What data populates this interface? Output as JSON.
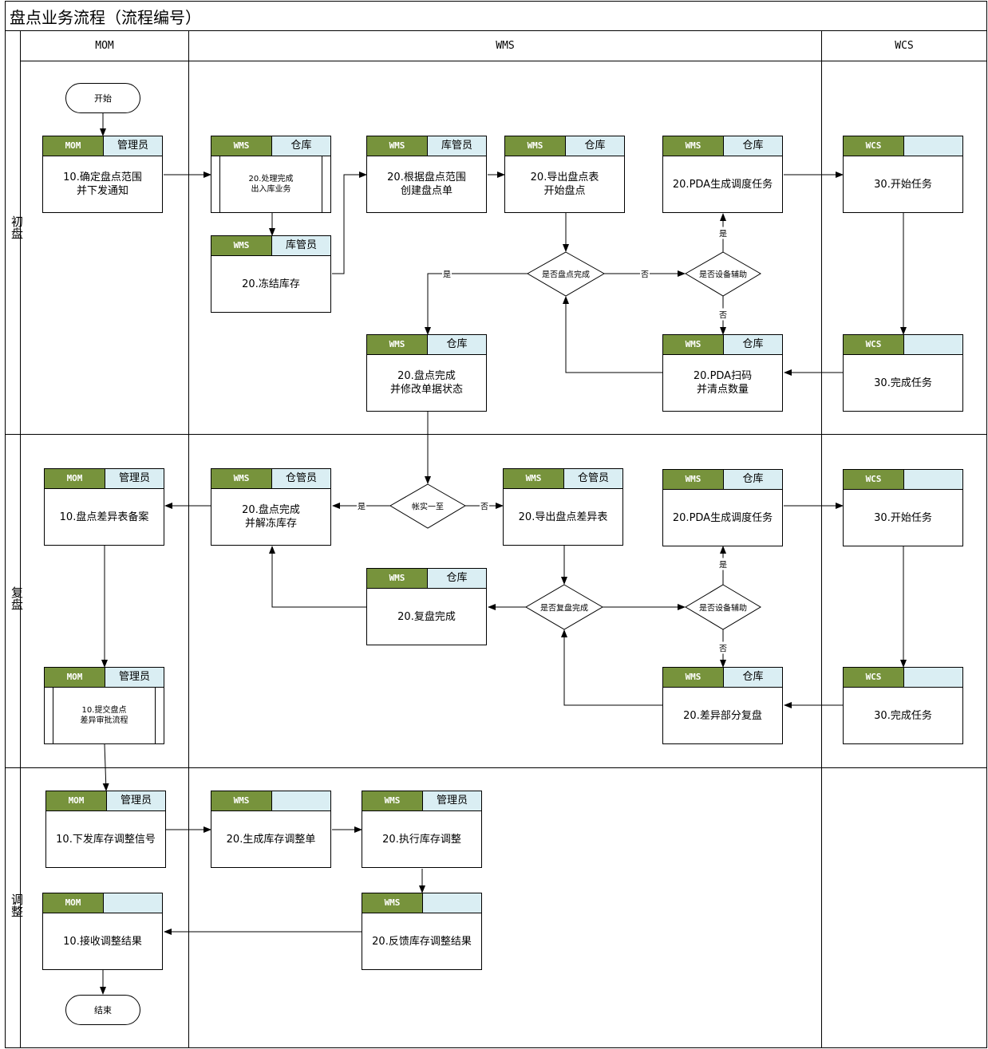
{
  "title": "盘点业务流程（流程编号）",
  "lanes": [
    "MOM",
    "WMS",
    "WCS"
  ],
  "phases": [
    "初盘",
    "复盘",
    "调整"
  ],
  "terminals": {
    "start": "开始",
    "end": "结束"
  },
  "cards": {
    "c1": {
      "tag": "MOM",
      "role": "管理员",
      "text": "10.确定盘点范围\n并下发通知"
    },
    "c2": {
      "tag": "WMS",
      "role": "仓库",
      "text": "20.处理完成\n出入库业务"
    },
    "c3": {
      "tag": "WMS",
      "role": "库管员",
      "text": "20.冻结库存"
    },
    "c4": {
      "tag": "WMS",
      "role": "库管员",
      "text": "20.根据盘点范围\n创建盘点单"
    },
    "c5": {
      "tag": "WMS",
      "role": "仓库",
      "text": "20.导出盘点表\n开始盘点"
    },
    "c6": {
      "tag": "WMS",
      "role": "仓库",
      "text": "20.PDA生成调度任务"
    },
    "c7": {
      "tag": "WCS",
      "role": "",
      "text": "30.开始任务"
    },
    "c8": {
      "tag": "WMS",
      "role": "仓库",
      "text": "20.盘点完成\n并修改单据状态"
    },
    "c9": {
      "tag": "WMS",
      "role": "仓库",
      "text": "20.PDA扫码\n并清点数量"
    },
    "c10": {
      "tag": "WCS",
      "role": "",
      "text": "30.完成任务"
    },
    "c11": {
      "tag": "MOM",
      "role": "管理员",
      "text": "10.盘点差异表备案"
    },
    "c12": {
      "tag": "WMS",
      "role": "仓管员",
      "text": "20.盘点完成\n并解冻库存"
    },
    "c13": {
      "tag": "WMS",
      "role": "仓管员",
      "text": "20.导出盘点差异表"
    },
    "c14": {
      "tag": "WMS",
      "role": "仓库",
      "text": "20.PDA生成调度任务"
    },
    "c15": {
      "tag": "WCS",
      "role": "",
      "text": "30.开始任务"
    },
    "c16": {
      "tag": "WMS",
      "role": "仓库",
      "text": "20.复盘完成"
    },
    "c17": {
      "tag": "MOM",
      "role": "管理员",
      "text": "10.提交盘点\n差异审批流程"
    },
    "c18": {
      "tag": "WMS",
      "role": "仓库",
      "text": "20.差异部分复盘"
    },
    "c19": {
      "tag": "WCS",
      "role": "",
      "text": "30.完成任务"
    },
    "c20": {
      "tag": "MOM",
      "role": "管理员",
      "text": "10.下发库存调整信号"
    },
    "c21": {
      "tag": "WMS",
      "role": "",
      "text": "20.生成库存调整单"
    },
    "c22": {
      "tag": "WMS",
      "role": "管理员",
      "text": "20.执行库存调整"
    },
    "c23": {
      "tag": "MOM",
      "role": "",
      "text": "10.接收调整结果"
    },
    "c24": {
      "tag": "WMS",
      "role": "",
      "text": "20.反馈库存调整结果"
    }
  },
  "decisions": {
    "d1": "是否盘点完成",
    "d2": "是否设备辅助",
    "d3": "帐实一至",
    "d4": "是否复盘完成",
    "d5": "是否设备辅助"
  },
  "edge_labels": {
    "yes": "是",
    "no": "否"
  }
}
